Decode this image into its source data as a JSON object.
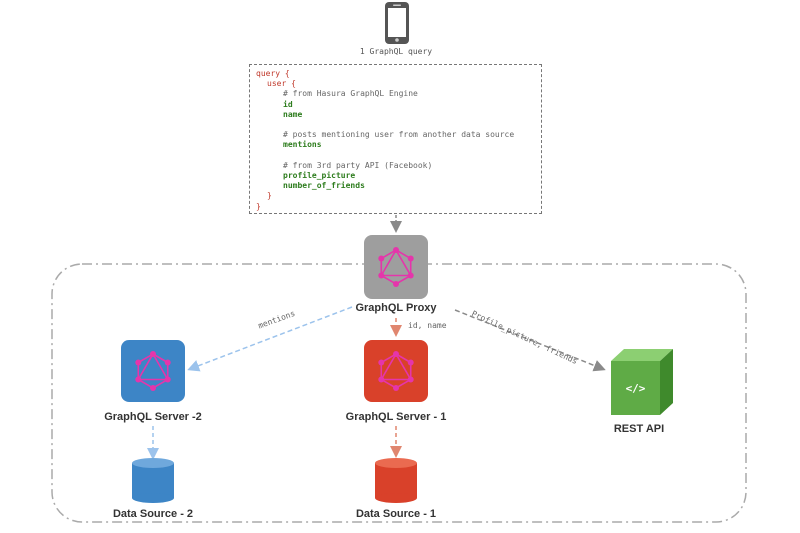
{
  "client": {
    "caption": "1 GraphQL query",
    "icon": "smartphone-icon"
  },
  "query": {
    "lines": [
      {
        "text": "query {",
        "style": "red",
        "indent": 0
      },
      {
        "text": "user {",
        "style": "red",
        "indent": 1
      },
      {
        "text": "# from Hasura GraphQL Engine",
        "style": "gray",
        "indent": 2
      },
      {
        "text": "id",
        "style": "green",
        "indent": 2
      },
      {
        "text": "name",
        "style": "green",
        "indent": 2
      },
      {
        "text": "",
        "style": "gray",
        "indent": 2
      },
      {
        "text": "# posts mentioning user from another data source",
        "style": "gray",
        "indent": 2
      },
      {
        "text": "mentions",
        "style": "green",
        "indent": 2
      },
      {
        "text": "",
        "style": "gray",
        "indent": 2
      },
      {
        "text": "# from 3rd party API (Facebook)",
        "style": "gray",
        "indent": 2
      },
      {
        "text": "profile_picture",
        "style": "green",
        "indent": 2
      },
      {
        "text": "number_of_friends",
        "style": "green",
        "indent": 2
      },
      {
        "text": "}",
        "style": "red",
        "indent": 1
      },
      {
        "text": "}",
        "style": "red",
        "indent": 0
      }
    ]
  },
  "nodes": {
    "proxy": {
      "label": "GraphQL Proxy",
      "color": "#9e9e9e",
      "icon": "graphql-logo-icon"
    },
    "server2": {
      "label": "GraphQL Server -2",
      "color": "#3d85c6",
      "icon": "graphql-logo-icon"
    },
    "server1": {
      "label": "GraphQL Server - 1",
      "color": "#d9412a",
      "icon": "graphql-logo-icon"
    },
    "rest": {
      "label": "REST API",
      "color": "#5fab46",
      "icon": "code-cube-icon",
      "glyph": "</>"
    },
    "ds2": {
      "label": "Data Source - 2",
      "color": "#3d85c6",
      "icon": "database-icon"
    },
    "ds1": {
      "label": "Data Source - 1",
      "color": "#d9412a",
      "icon": "database-icon"
    }
  },
  "edges": {
    "mentions": "mentions",
    "id_name": "id, name",
    "profile_friends": "Profile_picture, friends"
  },
  "colors": {
    "accent_pink": "#e535ab",
    "edge_blue": "#9cc3ec",
    "edge_red": "#e0866f",
    "edge_gray": "#8a8a8a"
  }
}
